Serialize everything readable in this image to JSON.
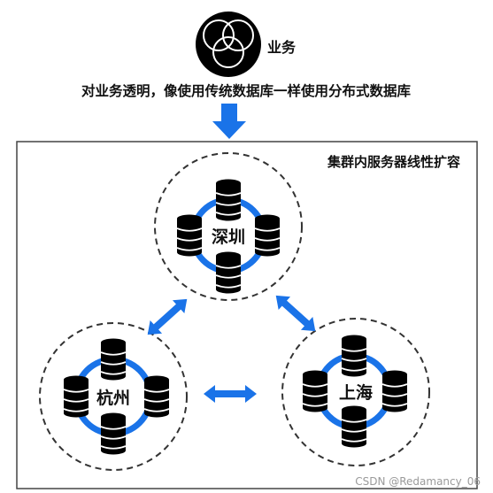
{
  "business_label": "业务",
  "transparency_text": "对业务透明，像使用传统数据库一样使用分布式数据库",
  "cluster_label": "集群内服务器线性扩容",
  "nodes": [
    {
      "name": "深圳"
    },
    {
      "name": "杭州"
    },
    {
      "name": "上海"
    }
  ],
  "watermark": "CSDN @Redamancy_06",
  "colors": {
    "accent_blue": "#1a73e8",
    "frame": "#444444",
    "icon": "#000000"
  },
  "icons": {
    "business": "venn-circles-icon",
    "server": "database-cylinder-icon"
  }
}
